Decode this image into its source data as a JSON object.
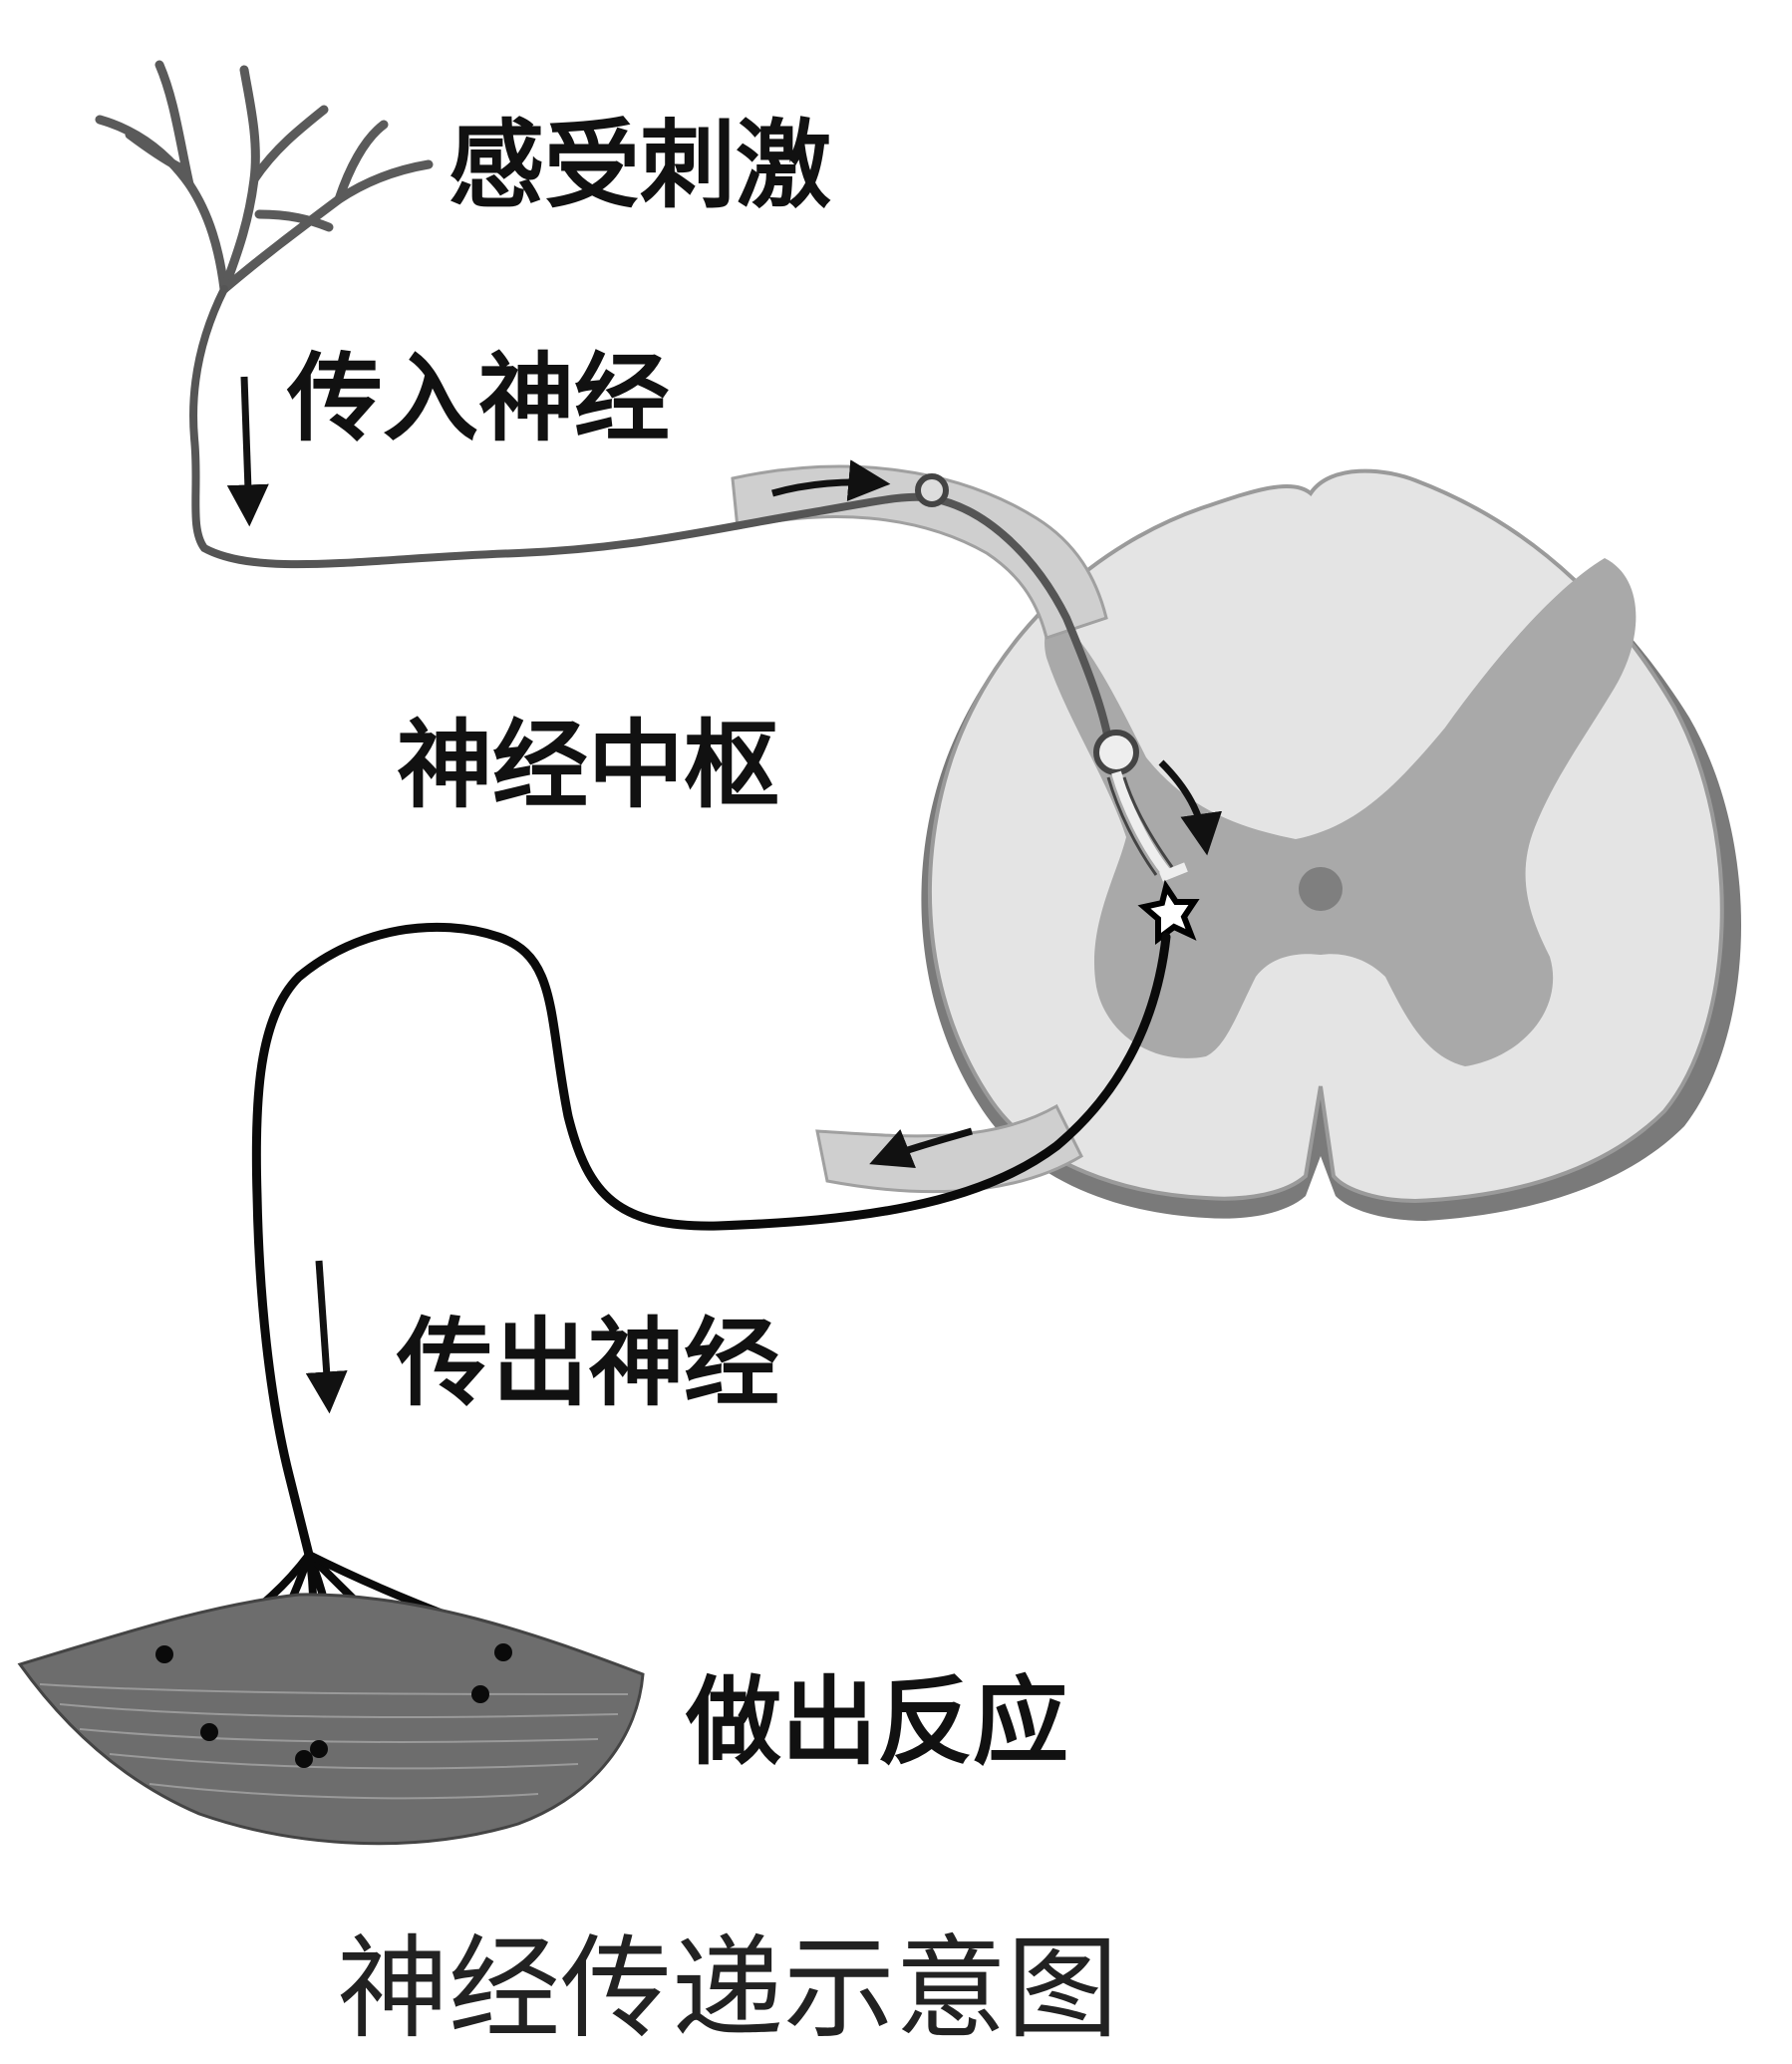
{
  "labels": {
    "stimulus": "感受刺激",
    "afferent_nerve": "传入神经",
    "nerve_center": "神经中枢",
    "efferent_nerve": "传出神经",
    "response": "做出反应"
  },
  "caption": "神经传递示意图",
  "colors": {
    "background": "#ffffff",
    "spinal_white_matter": "#e4e4e4",
    "spinal_grey_matter": "#a9a9a9",
    "spinal_outline": "#6e6e6e",
    "root_sheath": "#cfcfcf",
    "afferent_fiber": "#555555",
    "efferent_fiber": "#0a0a0a",
    "muscle": "#6d6d6d",
    "text": "#111111"
  }
}
